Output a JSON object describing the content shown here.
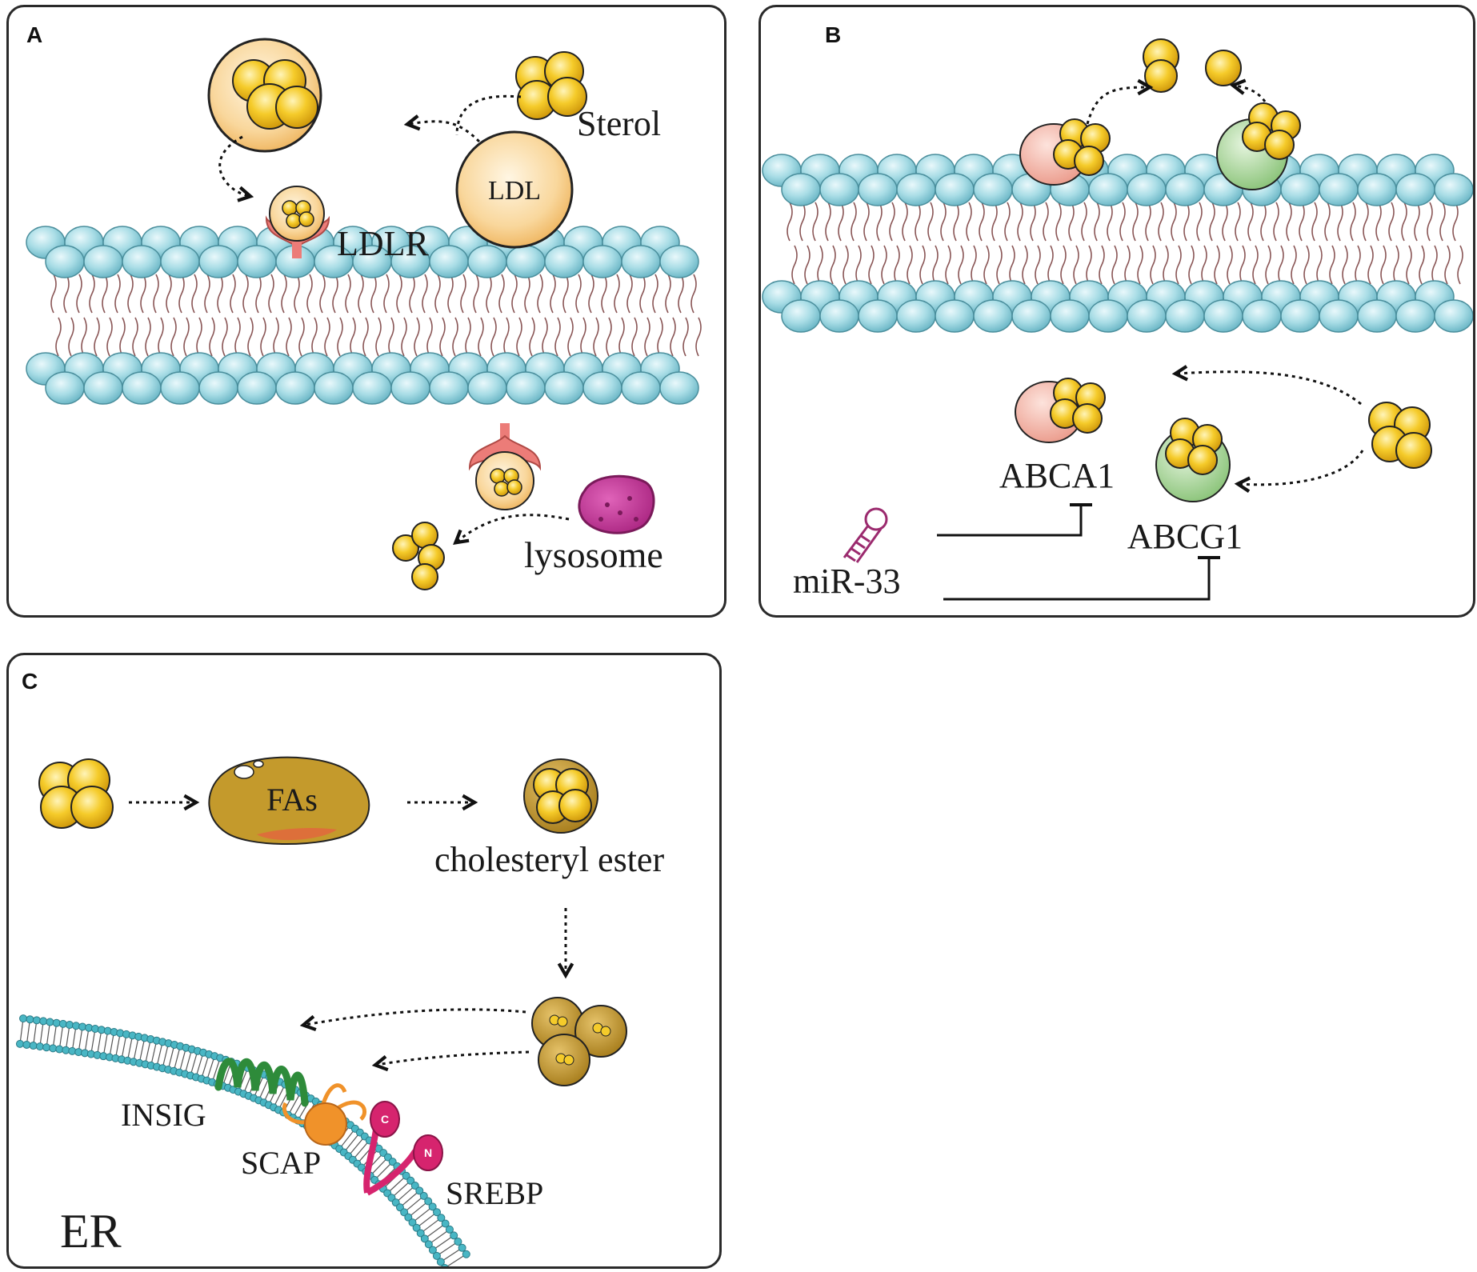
{
  "panel_a": {
    "letter": "A",
    "sterol": "Sterol",
    "ldl": "LDL",
    "ldlr": "LDLR",
    "lysosome": "lysosome"
  },
  "panel_b": {
    "letter": "B",
    "abca1": "ABCA1",
    "abcg1": "ABCG1",
    "mir33": "miR-33"
  },
  "panel_c": {
    "letter": "C",
    "fas": "FAs",
    "cholesteryl_ester": "cholesteryl ester",
    "insig": "INSIG",
    "scap": "SCAP",
    "srebp": "SREBP",
    "er": "ER",
    "srebp_c": "C",
    "srebp_n": "N"
  },
  "colors": {
    "lipid_head": "#a9dde6",
    "sterol_yellow": "#f3c41f",
    "ldlr_red": "#ec7c78",
    "lysosome_magenta": "#c2369a",
    "abca1_pink": "#f2b5a8",
    "abcg1_green": "#a9d59a",
    "fa_brown": "#c49a2c",
    "insig_green": "#2e8b3a",
    "scap_orange": "#f0922a",
    "srebp_pink": "#d6246e"
  }
}
